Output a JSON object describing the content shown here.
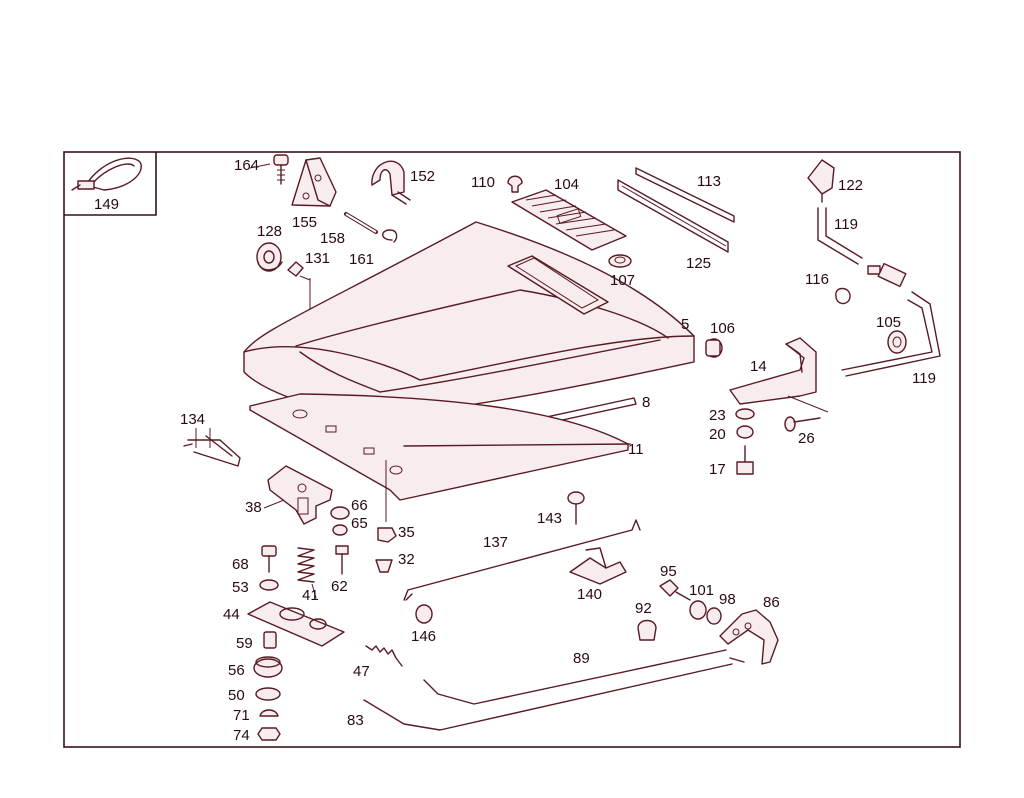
{
  "diagram": {
    "labels": {
      "p149": "149",
      "p164": "164",
      "p155": "155",
      "p152": "152",
      "p158": "158",
      "p161": "161",
      "p128": "128",
      "p131": "131",
      "p110": "110",
      "p104": "104",
      "p107": "107",
      "p113": "113",
      "p125": "125",
      "p122": "122",
      "p119a": "119",
      "p116": "116",
      "p105": "105",
      "p119b": "119",
      "p5": "5",
      "p106": "106",
      "p14": "14",
      "p8": "8",
      "p11": "11",
      "p23": "23",
      "p20": "20",
      "p26": "26",
      "p17": "17",
      "p134": "134",
      "p38": "38",
      "p66": "66",
      "p65": "65",
      "p35": "35",
      "p32": "32",
      "p143": "143",
      "p137": "137",
      "p140": "140",
      "p68": "68",
      "p53": "53",
      "p41": "41",
      "p62": "62",
      "p44": "44",
      "p59": "59",
      "p56": "56",
      "p50": "50",
      "p71": "71",
      "p74": "74",
      "p146": "146",
      "p47": "47",
      "p83": "83",
      "p89": "89",
      "p95": "95",
      "p101": "101",
      "p98": "98",
      "p86": "86",
      "p92": "92"
    }
  }
}
